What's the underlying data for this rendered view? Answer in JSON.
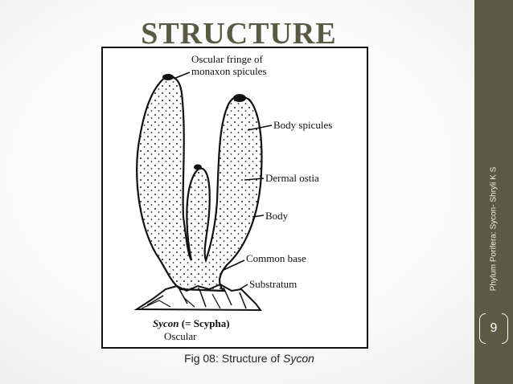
{
  "slide": {
    "title": "STRUCTURE",
    "side_text": "Phylum Porifera: Sycon- Shryli K S",
    "page_number": "9"
  },
  "figure": {
    "labels": {
      "osculum_fringe_line1": "Oscular fringe of",
      "osculum_fringe_line2": "monaxon spicules",
      "body_spicules": "Body spicules",
      "dermal_ostia": "Dermal ostia",
      "body": "Body",
      "common_base": "Common base",
      "substratum": "Substratum",
      "species": "Sycon",
      "synonym": " (= Scypha)",
      "osculum_note": "Oscular"
    },
    "caption_prefix": "Fig 08: Structure of ",
    "caption_species": "Sycon"
  },
  "colors": {
    "sidebar": "#5b5a45",
    "title": "#5a5a44"
  }
}
